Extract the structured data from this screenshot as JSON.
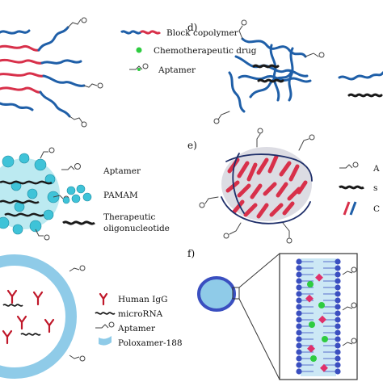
{
  "panels": {
    "a": {
      "legend": [
        "Block copolymer",
        "Chemotherapeutic drug",
        "Aptamer"
      ]
    },
    "b": {
      "legend": [
        "Aptamer",
        "PAMAM",
        "Therapeutic",
        "oligonucleotide"
      ]
    },
    "c": {
      "legend": [
        "Human IgG",
        "microRNA",
        "Aptamer",
        "Poloxamer-188"
      ]
    },
    "d": {
      "label": "d)"
    },
    "e": {
      "label": "e)",
      "legend_fragments": [
        "A",
        "s",
        "C"
      ]
    },
    "f": {
      "label": "f)"
    }
  },
  "colors": {
    "copolymer_blue": "#1f5fa8",
    "copolymer_red": "#d8304a",
    "drug_green": "#2ecc40",
    "pamam_cyan": "#3fc3d8",
    "oligo_black": "#1a1a1a",
    "poloxamer_blue": "#8fcbe8",
    "igg_red": "#c0182a",
    "membrane_blue": "#3a4fc0",
    "membrane_pink": "#e0306a"
  }
}
